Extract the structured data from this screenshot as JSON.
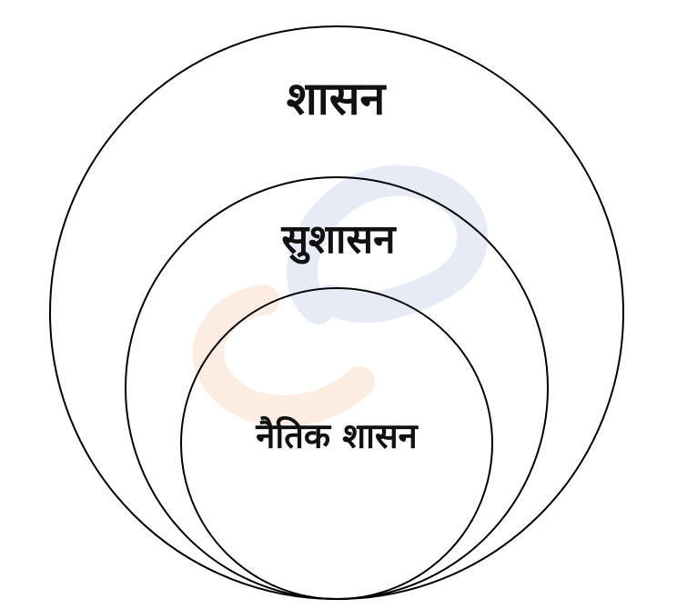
{
  "diagram": {
    "type": "nested-circles",
    "outer_label": "शासन",
    "middle_label": "सुशासन",
    "inner_label": "नैतिक शासन"
  }
}
